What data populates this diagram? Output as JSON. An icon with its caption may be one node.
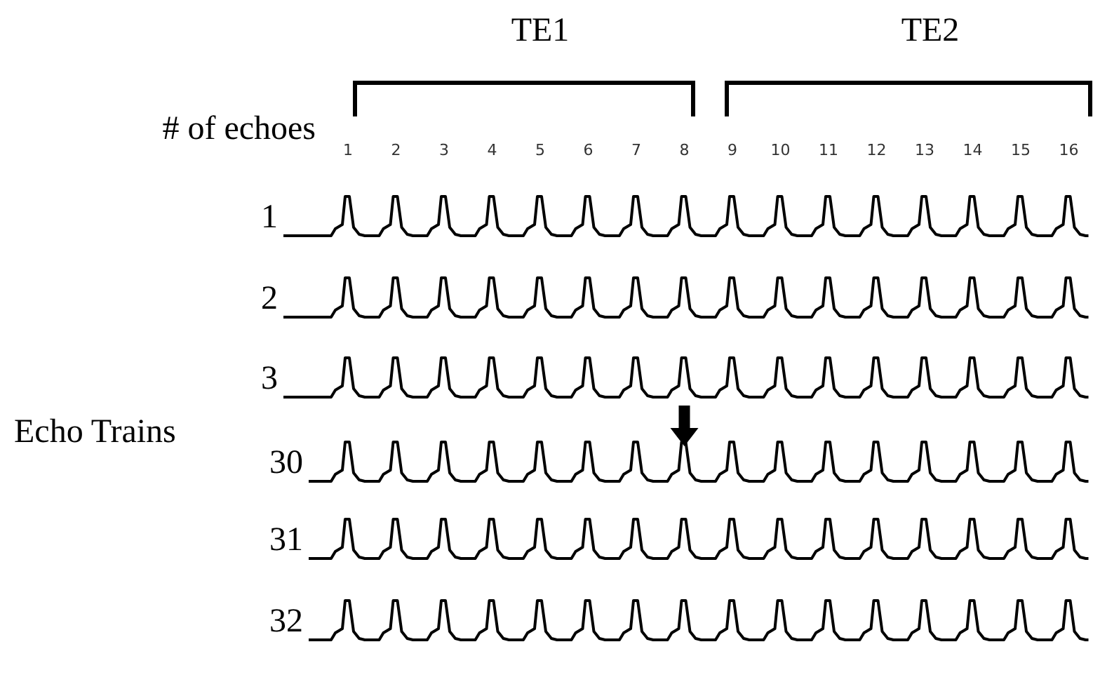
{
  "diagram": {
    "labels": [
      "TE1",
      "TE2",
      "# of echoes",
      "1",
      "2",
      "3",
      "4",
      "5",
      "6",
      "7",
      "8",
      "9",
      "10",
      "11",
      "12",
      "13",
      "14",
      "15",
      "16",
      "1",
      "2",
      "3",
      "Echo Trains",
      "30",
      "31",
      "32"
    ]
  }
}
